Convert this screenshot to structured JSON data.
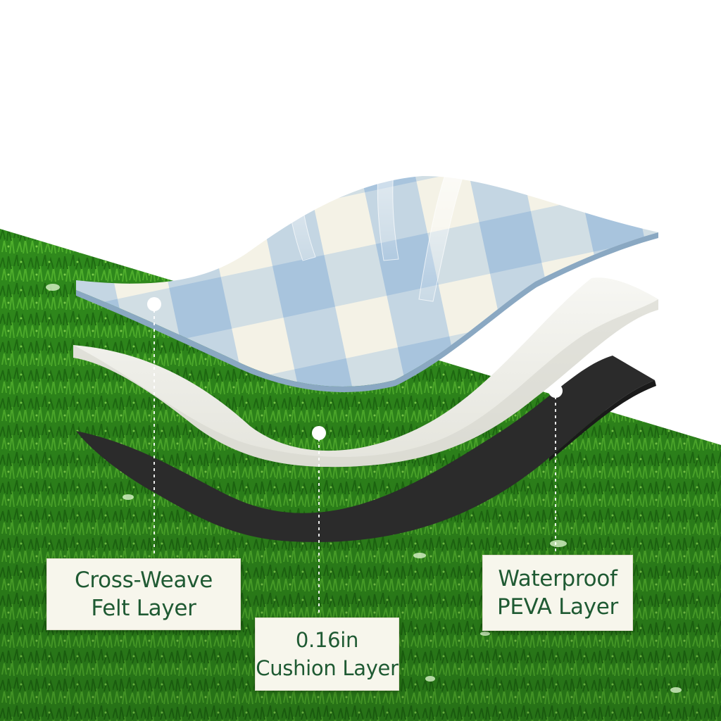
{
  "labels": {
    "felt": {
      "line1": "Cross-Weave",
      "line2": "Felt Layer"
    },
    "cushion": {
      "line1": "0.16in",
      "line2": "Cushion Layer"
    },
    "peva": {
      "line1": "Waterproof",
      "line2": "PEVA Layer"
    }
  },
  "colors": {
    "label_text": "#1f5a33",
    "label_bg": "#f7f6ec",
    "grass": "#2f8a1c",
    "felt_blue": "#a9c6df",
    "cushion": "#efefe9",
    "peva": "#2b2b2b"
  },
  "icons": [
    "breathable-arrow-icon",
    "breathable-arrow-icon",
    "breathable-arrow-icon"
  ]
}
